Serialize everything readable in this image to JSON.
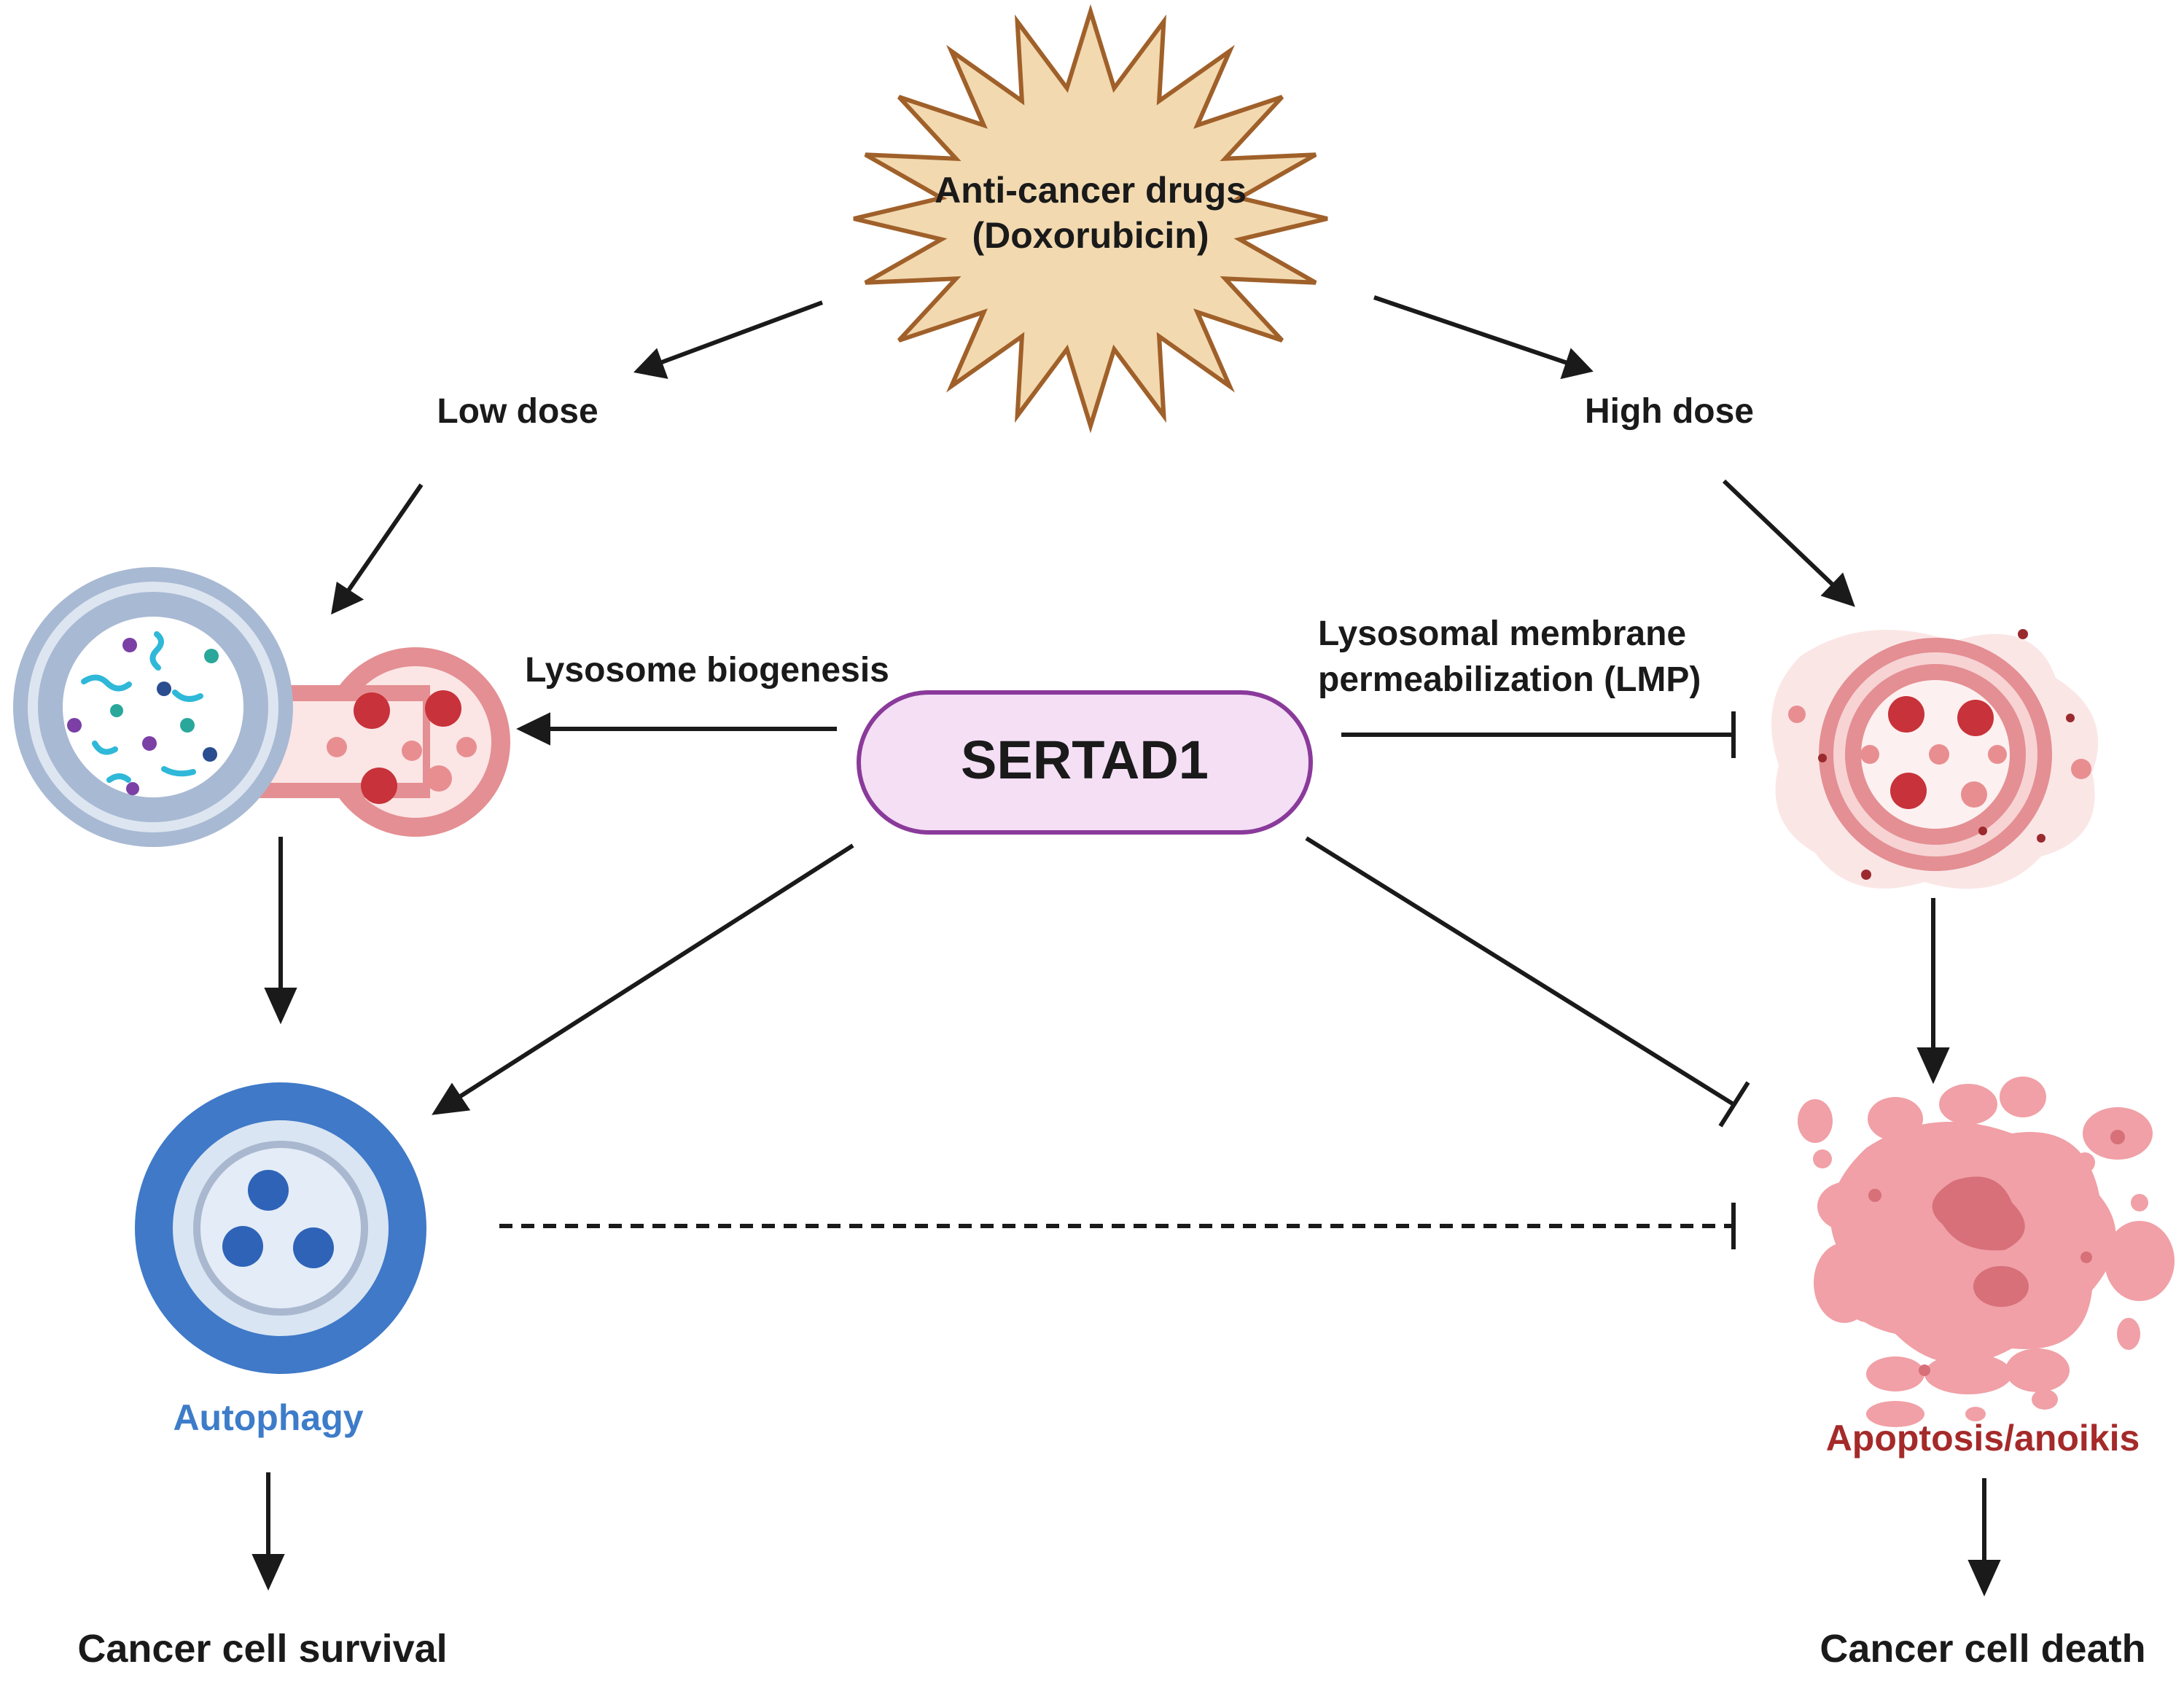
{
  "nodes": {
    "drug_line1": "Anti-cancer drugs",
    "drug_line2": "(Doxorubicin)",
    "low_dose": "Low dose",
    "high_dose": "High dose",
    "sertad1": "SERTAD1",
    "lysosome_biogenesis": "Lysosome biogenesis",
    "lmp_line1": "Lysosomal membrane",
    "lmp_line2": "permeabilization (LMP)",
    "autophagy": "Autophagy",
    "apoptosis": "Apoptosis/anoikis",
    "survival": "Cancer cell survival",
    "death": "Cancer cell death"
  },
  "colors": {
    "arrow": "#1a1a1a",
    "starburst_fill": "#f2d9b0",
    "starburst_stroke": "#a0602a",
    "pill_fill": "#f4dff5",
    "pill_stroke": "#8a3a9a",
    "autophagy_text": "#3d7cc9",
    "apoptosis_text": "#a52a2a",
    "autophagosome_ring": "#a8b9d3",
    "lysosome_ring": "#e48f93",
    "enzyme_dark": "#c8323a",
    "enzyme_light": "#e88e91",
    "autolysosome_ring": "#3f79c8",
    "apoptotic_body": "#f0a0a6"
  },
  "icons": [
    "starburst-icon",
    "autophagosome-lysosome-fusion-icon",
    "permeabilized-lysosome-icon",
    "autolysosome-icon",
    "apoptotic-cell-icon"
  ]
}
